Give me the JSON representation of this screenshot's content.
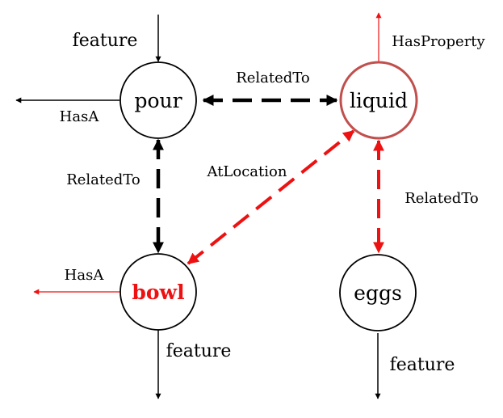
{
  "colors": {
    "black": "#000000",
    "red": "#ee1111",
    "node_highlight": "#c0504d",
    "node_fill": "#ffffff"
  },
  "nodes": {
    "pour": {
      "label": "pour"
    },
    "liquid": {
      "label": "liquid"
    },
    "bowl": {
      "label": "bowl"
    },
    "eggs": {
      "label": "eggs"
    }
  },
  "edges": {
    "pour_feature": {
      "label": "feature"
    },
    "pour_hasa": {
      "label": "HasA"
    },
    "pour_liquid": {
      "label": "RelatedTo"
    },
    "liquid_hasproperty": {
      "label": "HasProperty"
    },
    "pour_bowl": {
      "label": "RelatedTo"
    },
    "bowl_liquid": {
      "label": "AtLocation"
    },
    "liquid_eggs": {
      "label": "RelatedTo"
    },
    "bowl_hasa": {
      "label": "HasA"
    },
    "bowl_feature": {
      "label": "feature"
    },
    "eggs_feature": {
      "label": "feature"
    }
  }
}
